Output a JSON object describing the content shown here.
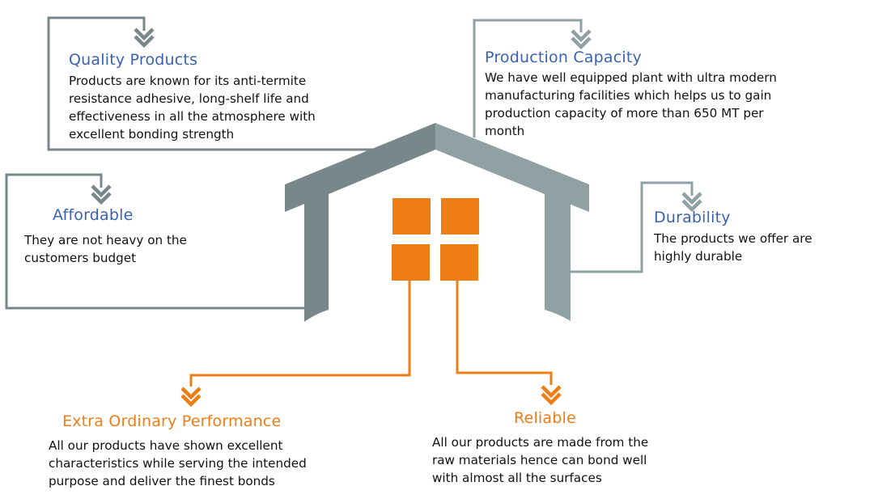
{
  "colors": {
    "heading_blue": "#3a62b0",
    "heading_orange": "#ef7d15",
    "roof_left_gray": "#77878a",
    "roof_right_gray": "#8fa1a3",
    "connector_gray_dark": "#77878a",
    "connector_gray_light": "#8fa1a3",
    "window_orange": "#ef7d15",
    "connector_orange": "#ef7d15",
    "text": "#111111"
  },
  "central_graphic": {
    "icon": "house-icon",
    "window_panes": 4
  },
  "features": [
    {
      "id": "quality-products",
      "title": "Quality Products",
      "accent": "blue",
      "icon": "double-chevron-down-icon",
      "lines": [
        "Products are known for its anti-termite",
        "resistance adhesive, long-shelf life and",
        "effectiveness in all the atmosphere with",
        "excellent bonding strength"
      ]
    },
    {
      "id": "production-capacity",
      "title": "Production Capacity",
      "accent": "blue",
      "icon": "double-chevron-down-icon",
      "lines": [
        "We have well equipped plant with ultra modern",
        "manufacturing facilities which helps us to gain",
        "production capacity of more than 650 MT per",
        "month"
      ]
    },
    {
      "id": "affordable",
      "title": "Affordable",
      "accent": "blue",
      "icon": "double-chevron-down-icon",
      "lines": [
        "They are not heavy on the",
        "customers budget"
      ]
    },
    {
      "id": "durability",
      "title": "Durability",
      "accent": "blue",
      "icon": "double-chevron-down-icon",
      "lines": [
        "The products we offer are",
        "highly durable"
      ]
    },
    {
      "id": "extra-ordinary-performance",
      "title": "Extra Ordinary Performance",
      "accent": "orange",
      "icon": "double-chevron-down-icon",
      "lines": [
        "All our products have shown excellent",
        "characteristics while serving the intended",
        "purpose and deliver the finest bonds"
      ]
    },
    {
      "id": "reliable",
      "title": "Reliable",
      "accent": "orange",
      "icon": "double-chevron-down-icon",
      "lines": [
        "All our products are made from the",
        "raw materials hence can bond well",
        "with almost all the surfaces"
      ]
    }
  ]
}
